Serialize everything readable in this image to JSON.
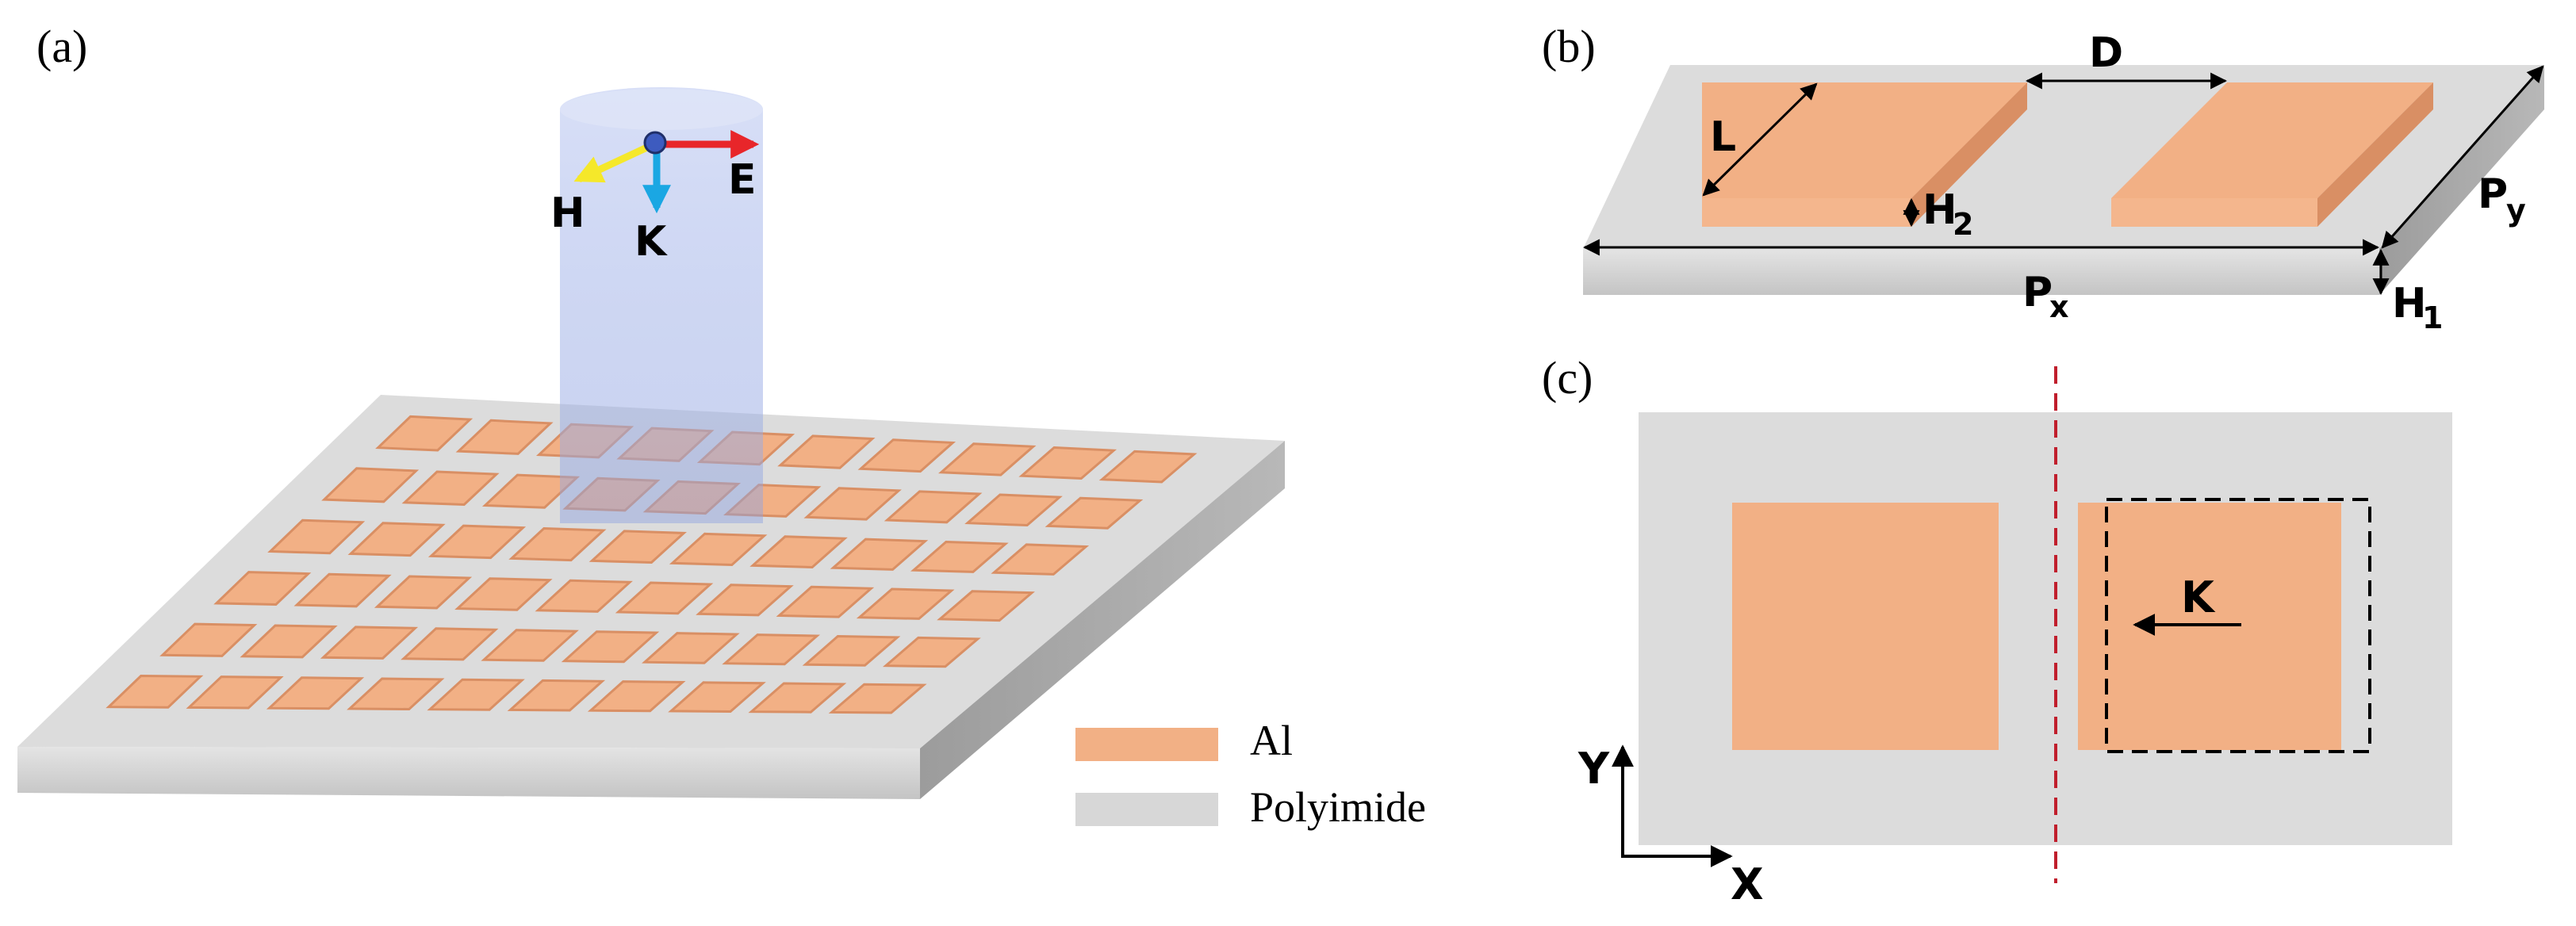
{
  "panels": {
    "a": {
      "tag": "(a)"
    },
    "b": {
      "tag": "(b)"
    },
    "c": {
      "tag": "(c)"
    }
  },
  "panel_a": {
    "array": {
      "rows": 6,
      "cols": 10
    },
    "field": {
      "e": {
        "letter": "E",
        "color": "#e8262a"
      },
      "h": {
        "letter": "H",
        "color": "#f5e82a"
      },
      "k": {
        "letter": "K",
        "color": "#1aa7e3"
      }
    },
    "beam_color": "#9aaee6"
  },
  "legend": {
    "items": [
      {
        "label": "Al",
        "color": "#f2b085"
      },
      {
        "label": "Polyimide",
        "color": "#d7d7d7"
      }
    ]
  },
  "panel_b": {
    "dims": {
      "l": "L",
      "d": "D",
      "h2_main": "H",
      "h2_sub": "2",
      "h1_main": "H",
      "h1_sub": "1",
      "px_main": "P",
      "px_sub": "x",
      "py_main": "P",
      "py_sub": "y"
    }
  },
  "panel_c": {
    "k_label": "K",
    "axes": {
      "x": "X",
      "y": "Y"
    },
    "symmetry_line_color": "#c01e2c"
  },
  "colors": {
    "aluminum": "#f2b085",
    "aluminum_side": "#d98f64",
    "polyimide_top": "#dcdcdc",
    "polyimide_side": "#a8a8a8"
  }
}
